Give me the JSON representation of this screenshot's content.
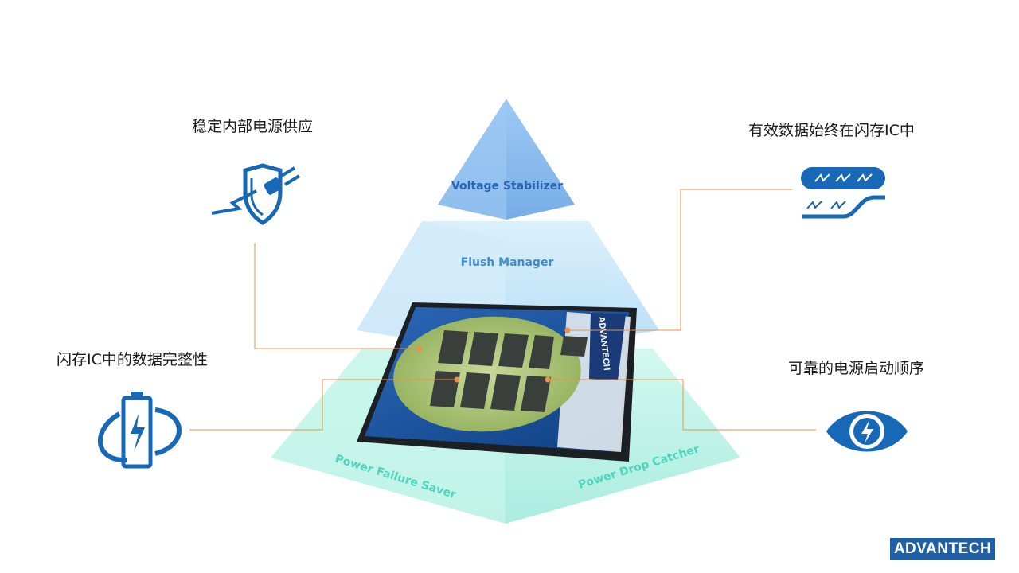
{
  "features": {
    "top_left": "稳定内部电源供应",
    "top_right": "有效数据始终在闪存IC中",
    "bottom_left": "闪存IC中的数据完整性",
    "bottom_right": "可靠的电源启动顺序"
  },
  "pyramid": {
    "top": "Voltage Stabilizer",
    "middle": "Flush Manager",
    "bottom_left": "Power Failure Saver",
    "bottom_right": "Power Drop Catcher"
  },
  "device": {
    "brand": "ADVANTECH"
  },
  "logo": {
    "text": "ADVANTECH"
  },
  "colors": {
    "accent_blue": "#1769b8",
    "connector_orange": "#e8924a",
    "tier_top": "#7fb5ee",
    "tier_middle": "#b9e0f7",
    "tier_bottom": "#a8efe0"
  },
  "icons": {
    "top_left": "shield-plug-icon",
    "top_right": "memory-wave-icon",
    "bottom_left": "battery-charge-icon",
    "bottom_right": "eye-bolt-icon"
  }
}
